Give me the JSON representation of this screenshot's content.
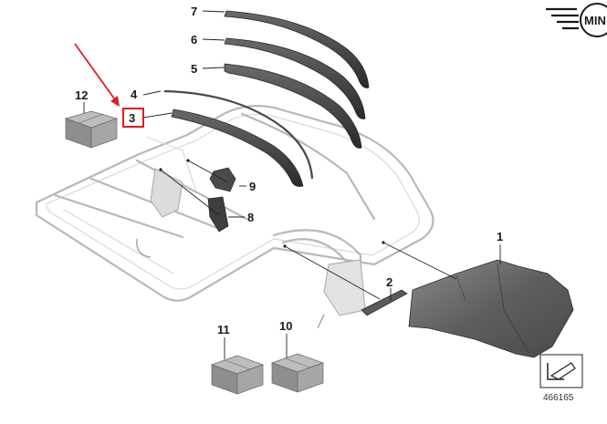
{
  "brand": {
    "text": "MIN"
  },
  "callouts": [
    {
      "id": "7",
      "label": "7"
    },
    {
      "id": "6",
      "label": "6"
    },
    {
      "id": "5",
      "label": "5"
    },
    {
      "id": "4",
      "label": "4"
    },
    {
      "id": "3",
      "label": "3",
      "highlighted": true
    },
    {
      "id": "12",
      "label": "12"
    },
    {
      "id": "9",
      "label": "9"
    },
    {
      "id": "8",
      "label": "8"
    },
    {
      "id": "1",
      "label": "1"
    },
    {
      "id": "2",
      "label": "2"
    },
    {
      "id": "11",
      "label": "11"
    },
    {
      "id": "10",
      "label": "10"
    }
  ],
  "reference_number": "466165",
  "colors": {
    "highlight": "#e11b22",
    "part_dark": "#3a3a3a",
    "frame": "#b8b8b8",
    "box": "#8e8e8e"
  }
}
